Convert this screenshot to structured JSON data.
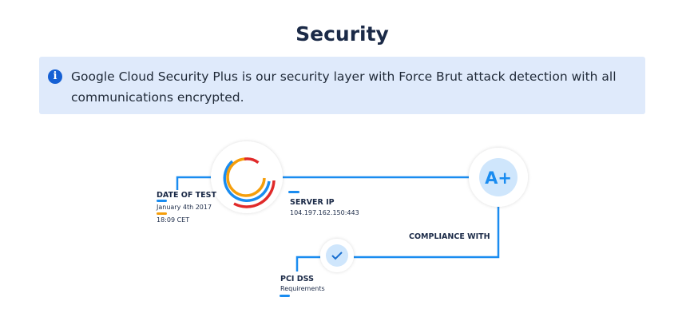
{
  "title": "Security",
  "banner": {
    "icon": "info-icon",
    "icon_glyph": "i",
    "message": "Google Cloud Security Plus is our security layer with Force Brut attack detection with all communications encrypted."
  },
  "diagram": {
    "date_of_test": {
      "label": "DATE OF TEST",
      "date": "January 4th 2017",
      "time": "18:09 CET"
    },
    "server_ip": {
      "label": "SERVER IP",
      "value": "104.197.162.150:443"
    },
    "grade": "A+",
    "compliance_label": "COMPLIANCE WITH",
    "pci": {
      "label": "PCI DSS",
      "sub": "Requirements"
    }
  },
  "colors": {
    "accent": "#1a8cf0",
    "orange": "#f59e0b",
    "red": "#e02a2a",
    "light": "#cfe6fc"
  }
}
